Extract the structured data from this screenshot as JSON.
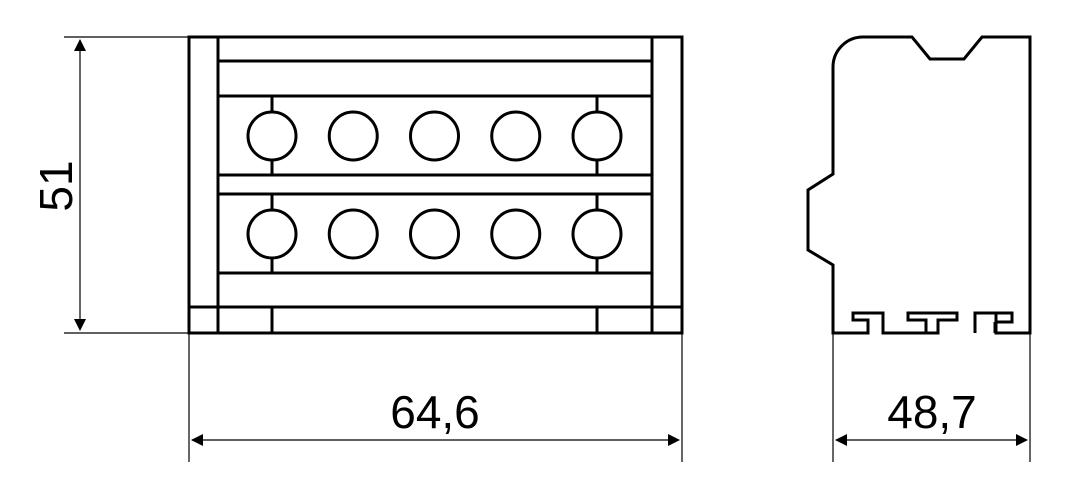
{
  "dimensions": {
    "height": "51",
    "front_width": "64,6",
    "side_width": "48,7"
  },
  "drawing": {
    "terminal_rows": 2,
    "terminals_per_row": 5,
    "line_color": "#000000",
    "background": "#ffffff"
  }
}
